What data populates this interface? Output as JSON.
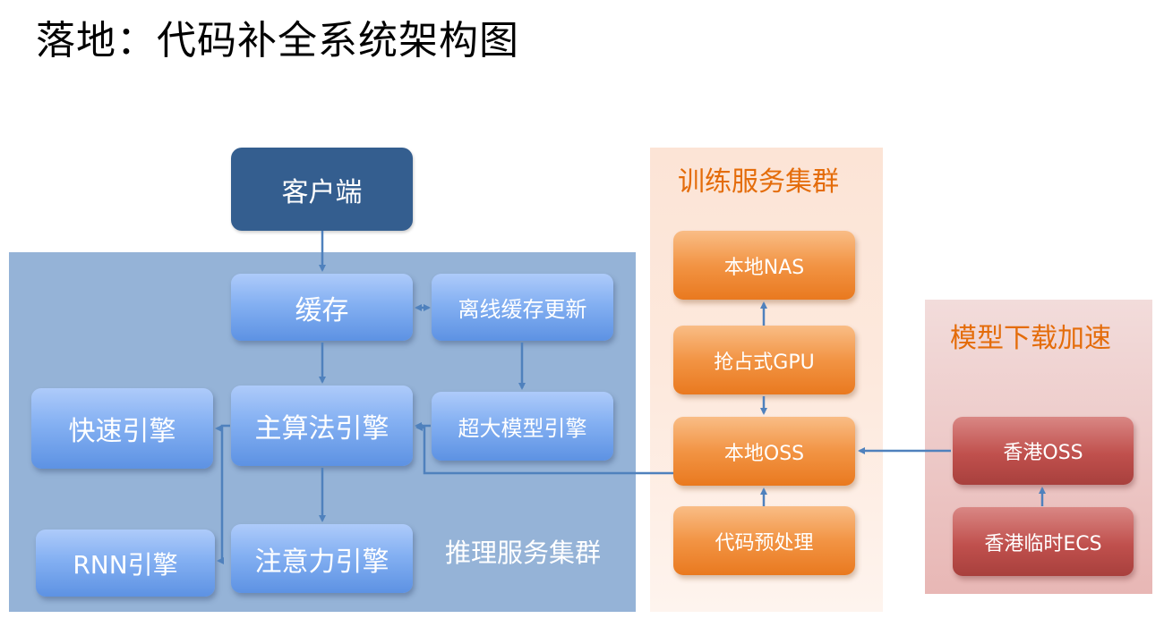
{
  "title": "落地：代码补全系统架构图",
  "colors": {
    "arrow": "#4f81bd",
    "client_box": "#345e8f",
    "inference_panel": "#95b3d7",
    "training_panel": "#fce4d6",
    "download_panel": "#f2dcdb",
    "orange_label": "#e46c0a",
    "blue_box": "#6fa0ea",
    "orange_box": "#f29444",
    "red_box": "#c0504d"
  },
  "clusters": {
    "inference": {
      "label": "推理服务集群",
      "nodes": {
        "client": "客户端",
        "cache": "缓存",
        "offline_update": "离线缓存更新",
        "main_engine": "主算法引擎",
        "large_model_engine": "超大模型引擎",
        "fast_engine": "快速引擎",
        "rnn_engine": "RNN引擎",
        "attention_engine": "注意力引擎"
      }
    },
    "training": {
      "label": "训练服务集群",
      "nodes": {
        "local_nas": "本地NAS",
        "preemptible_gpu": "抢占式GPU",
        "local_oss": "本地OSS",
        "code_preprocess": "代码预处理"
      }
    },
    "download": {
      "label": "模型下载加速",
      "nodes": {
        "hk_oss": "香港OSS",
        "hk_ecs": "香港临时ECS"
      }
    }
  }
}
